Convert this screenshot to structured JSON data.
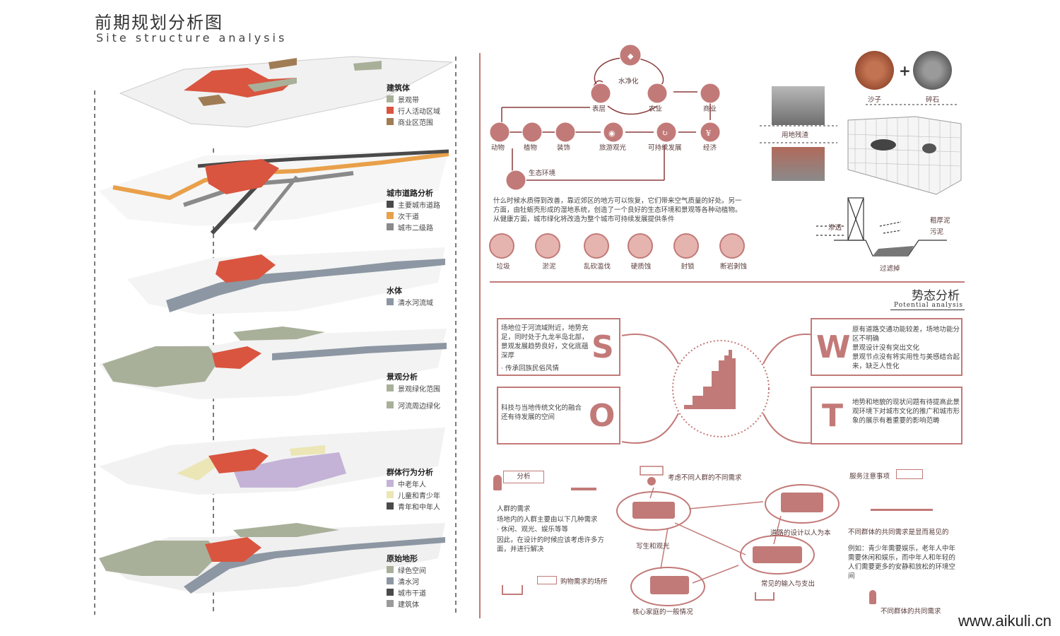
{
  "header": {
    "title_cn": "前期规划分析图",
    "title_en": "Site structure analysis"
  },
  "colors": {
    "accent": "#c27a78",
    "red_zone": "#d9553f",
    "landscape_green": "#a9b09a",
    "commercial_brown": "#a07c55",
    "road_dark": "#4a4a4a",
    "road_orange": "#e9a04a",
    "road_gray": "#8a8a8a",
    "water": "#8d97a3",
    "purple": "#c4b3d6",
    "yellow": "#ece5b5"
  },
  "layers": [
    {
      "title": "建筑体",
      "items": [
        "景观带",
        "行人活动区域",
        "商业区范围"
      ]
    },
    {
      "title": "城市道路分析",
      "items": [
        "主要城市道路",
        "次干道",
        "城市二级路"
      ]
    },
    {
      "title": "水体",
      "items": [
        "清水河流域"
      ]
    },
    {
      "title": "景观分析",
      "items": [
        "景观绿化范围",
        "河流周边绿化"
      ]
    },
    {
      "title": "群体行为分析",
      "items": [
        "中老年人",
        "儿童和青少年",
        "青年和中年人"
      ]
    },
    {
      "title": "原始地形",
      "items": [
        "绿色空间",
        "清水河",
        "城市干道",
        "建筑体"
      ]
    }
  ],
  "flow": {
    "water_purify": "水净化",
    "surface": "表层",
    "agriculture": "农业",
    "commerce": "商业",
    "animals": "动物",
    "plants": "植物",
    "decoration": "装饰",
    "tour": "旅游观光",
    "sustainable": "可持续发展",
    "economy": "经济",
    "eco_env": "生态环境"
  },
  "paragraph": "什么时候水质得到改善，靠近郊区的地方可以恢复，它们带来空气质量的好处。另一方面，由牡蛎壳形成的湿地系统，创造了一个良好的生态环境和景观等各种动植物。从健康方面，城市绿化将改造为整个城市可持续发展提供条件",
  "problems": [
    "垃圾",
    "淤泥",
    "乱砍滥伐",
    "硬质蚀",
    "封锁",
    "断岩剥蚀"
  ],
  "right_top": {
    "sand": "沙子",
    "gravel": "碎石",
    "residue": "用地残渣",
    "seep": "渗透",
    "coarse_mud": "粗厚泥",
    "sludge": "污泥",
    "filter": "过滤掉"
  },
  "potential": {
    "title_cn": "势态分析",
    "title_en": "Potential analysis"
  },
  "swot": {
    "s_letter": "S",
    "w_letter": "W",
    "o_letter": "O",
    "t_letter": "T",
    "s_text": "场地位于河流域附近，地势充足，同时处于九龙半岛北部，景观发展趋势良好，文化底蕴深厚",
    "s_bullet": "· 传承回族民俗风情",
    "w_text": "原有道路交通功能较差，场地功能分区不明确\n景观设计没有突出文化\n景观节点没有将实用性与美感结合起来，缺乏人性化",
    "o_text": "科技与当地传统文化的融合还有待发展的空间",
    "t_text": "地势和地貌的现状问题有待提高此景观环境下对城市文化的推广和城市形象的展示有着重要的影响范畴"
  },
  "bottom": {
    "analysis": "分析",
    "needs_title": "人群的需求",
    "needs_1": "场地内的人群主要由以下几种需求",
    "needs_2": "· 休闲、观光、娱乐等等",
    "needs_3": "因此，在设计的时候应该考虑许多方面，并进行解决",
    "shopping": "购物需求的场所",
    "consider": "考虑不同人群的不同需求",
    "sketch": "写生和观光",
    "road_design": "道路的设计以人为本",
    "family": "核心家庭的一般情况",
    "io": "常见的输入与支出",
    "service": "服务注意事项",
    "common_visible": "不同群体的共同需求是显而易见的",
    "example": "例如：青少年需要娱乐，老年人中年需要休闲和娱乐，而中年人和年轻的人们需要更多的安静和放松的环境空间",
    "common": "不同群体的共同需求"
  },
  "watermark": "www.aikuli.cn"
}
